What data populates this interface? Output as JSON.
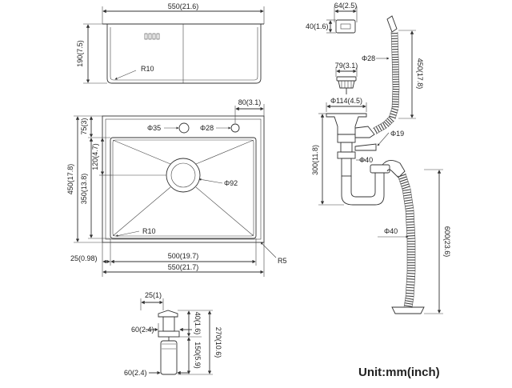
{
  "colors": {
    "line": "#333333",
    "text": "#222222",
    "background": "#ffffff"
  },
  "top_view": {
    "width_label": "550(21.6)",
    "depth_label": "190(7.5)",
    "radius_label": "R10"
  },
  "front_view": {
    "tap_hole_offset_label": "80(3.1)",
    "hole_35_label": "Φ35",
    "hole_28_label": "Φ28",
    "top_margin_label": "75(3)",
    "basin_offset_label": "120(4.7)",
    "height_label": "450(17.8)",
    "basin_height_label": "350(13.8)",
    "drain_label": "Φ92",
    "radius_label": "R10",
    "side_margin_label": "25(0.98)",
    "basin_width_label": "500(19.7)",
    "total_width_label": "550(21.7)",
    "corner_label": "R5"
  },
  "overflow": {
    "width_label": "64(2.5)",
    "height_label": "40(1.6)",
    "pipe_label": "Φ28",
    "hose_length_label": "450(17.8)"
  },
  "strainer": {
    "width_label": "79(3.1)",
    "flange_label": "Φ114(4.5)",
    "nozzle_label": "Φ19",
    "pipe_label": "Φ40",
    "height_label": "300(11.8)"
  },
  "drain_hose": {
    "diameter_label": "Φ40",
    "length_label": "600(23.6)"
  },
  "dispenser": {
    "nozzle_label": "25(1)",
    "head_width_label": "60(2.4)",
    "head_height_label": "40(1.6)",
    "body_height_label": "150(5.9)",
    "total_height_label": "270(10.6)",
    "bottle_width_label": "60(2.4)"
  },
  "unit_label": "Unit:mm(inch)"
}
